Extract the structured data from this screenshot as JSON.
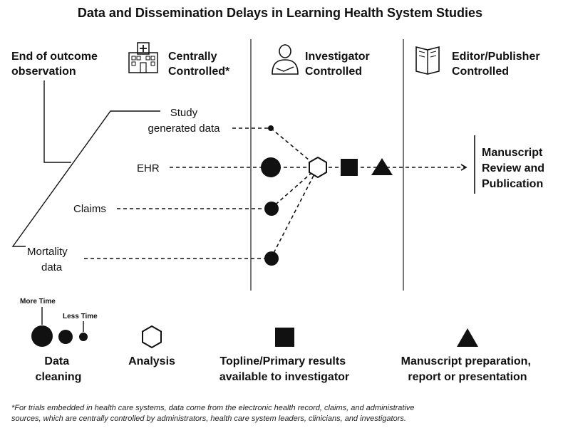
{
  "title": "Data and Dissemination Delays in Learning Health System Studies",
  "left_label": [
    "End of outcome",
    "observation"
  ],
  "columns": [
    {
      "icon": "hospital-icon",
      "label": [
        "Centrally",
        "Controlled*"
      ]
    },
    {
      "icon": "person-icon",
      "label": [
        "Investigator",
        "Controlled"
      ]
    },
    {
      "icon": "book-icon",
      "label": [
        "Editor/Publisher",
        "Controlled"
      ]
    }
  ],
  "sources": {
    "study": [
      "Study",
      "generated data"
    ],
    "ehr": "EHR",
    "claims": "Claims",
    "mortality": [
      "Mortality",
      "data"
    ]
  },
  "outcome": [
    "Manuscript",
    "Review and",
    "Publication"
  ],
  "legend": {
    "more_time": "More Time",
    "less_time": "Less Time",
    "data_cleaning": [
      "Data",
      "cleaning"
    ],
    "analysis": "Analysis",
    "topline": [
      "Topline/Primary results",
      "available to investigator"
    ],
    "manuscript": [
      "Manuscript preparation,",
      "report or presentation"
    ]
  },
  "footnote": [
    "*For trials embedded in health care systems, data come from the electronic health record, claims, and administrative",
    "sources, which are centrally controlled by administrators, health care system leaders, clinicians, and investigators."
  ]
}
